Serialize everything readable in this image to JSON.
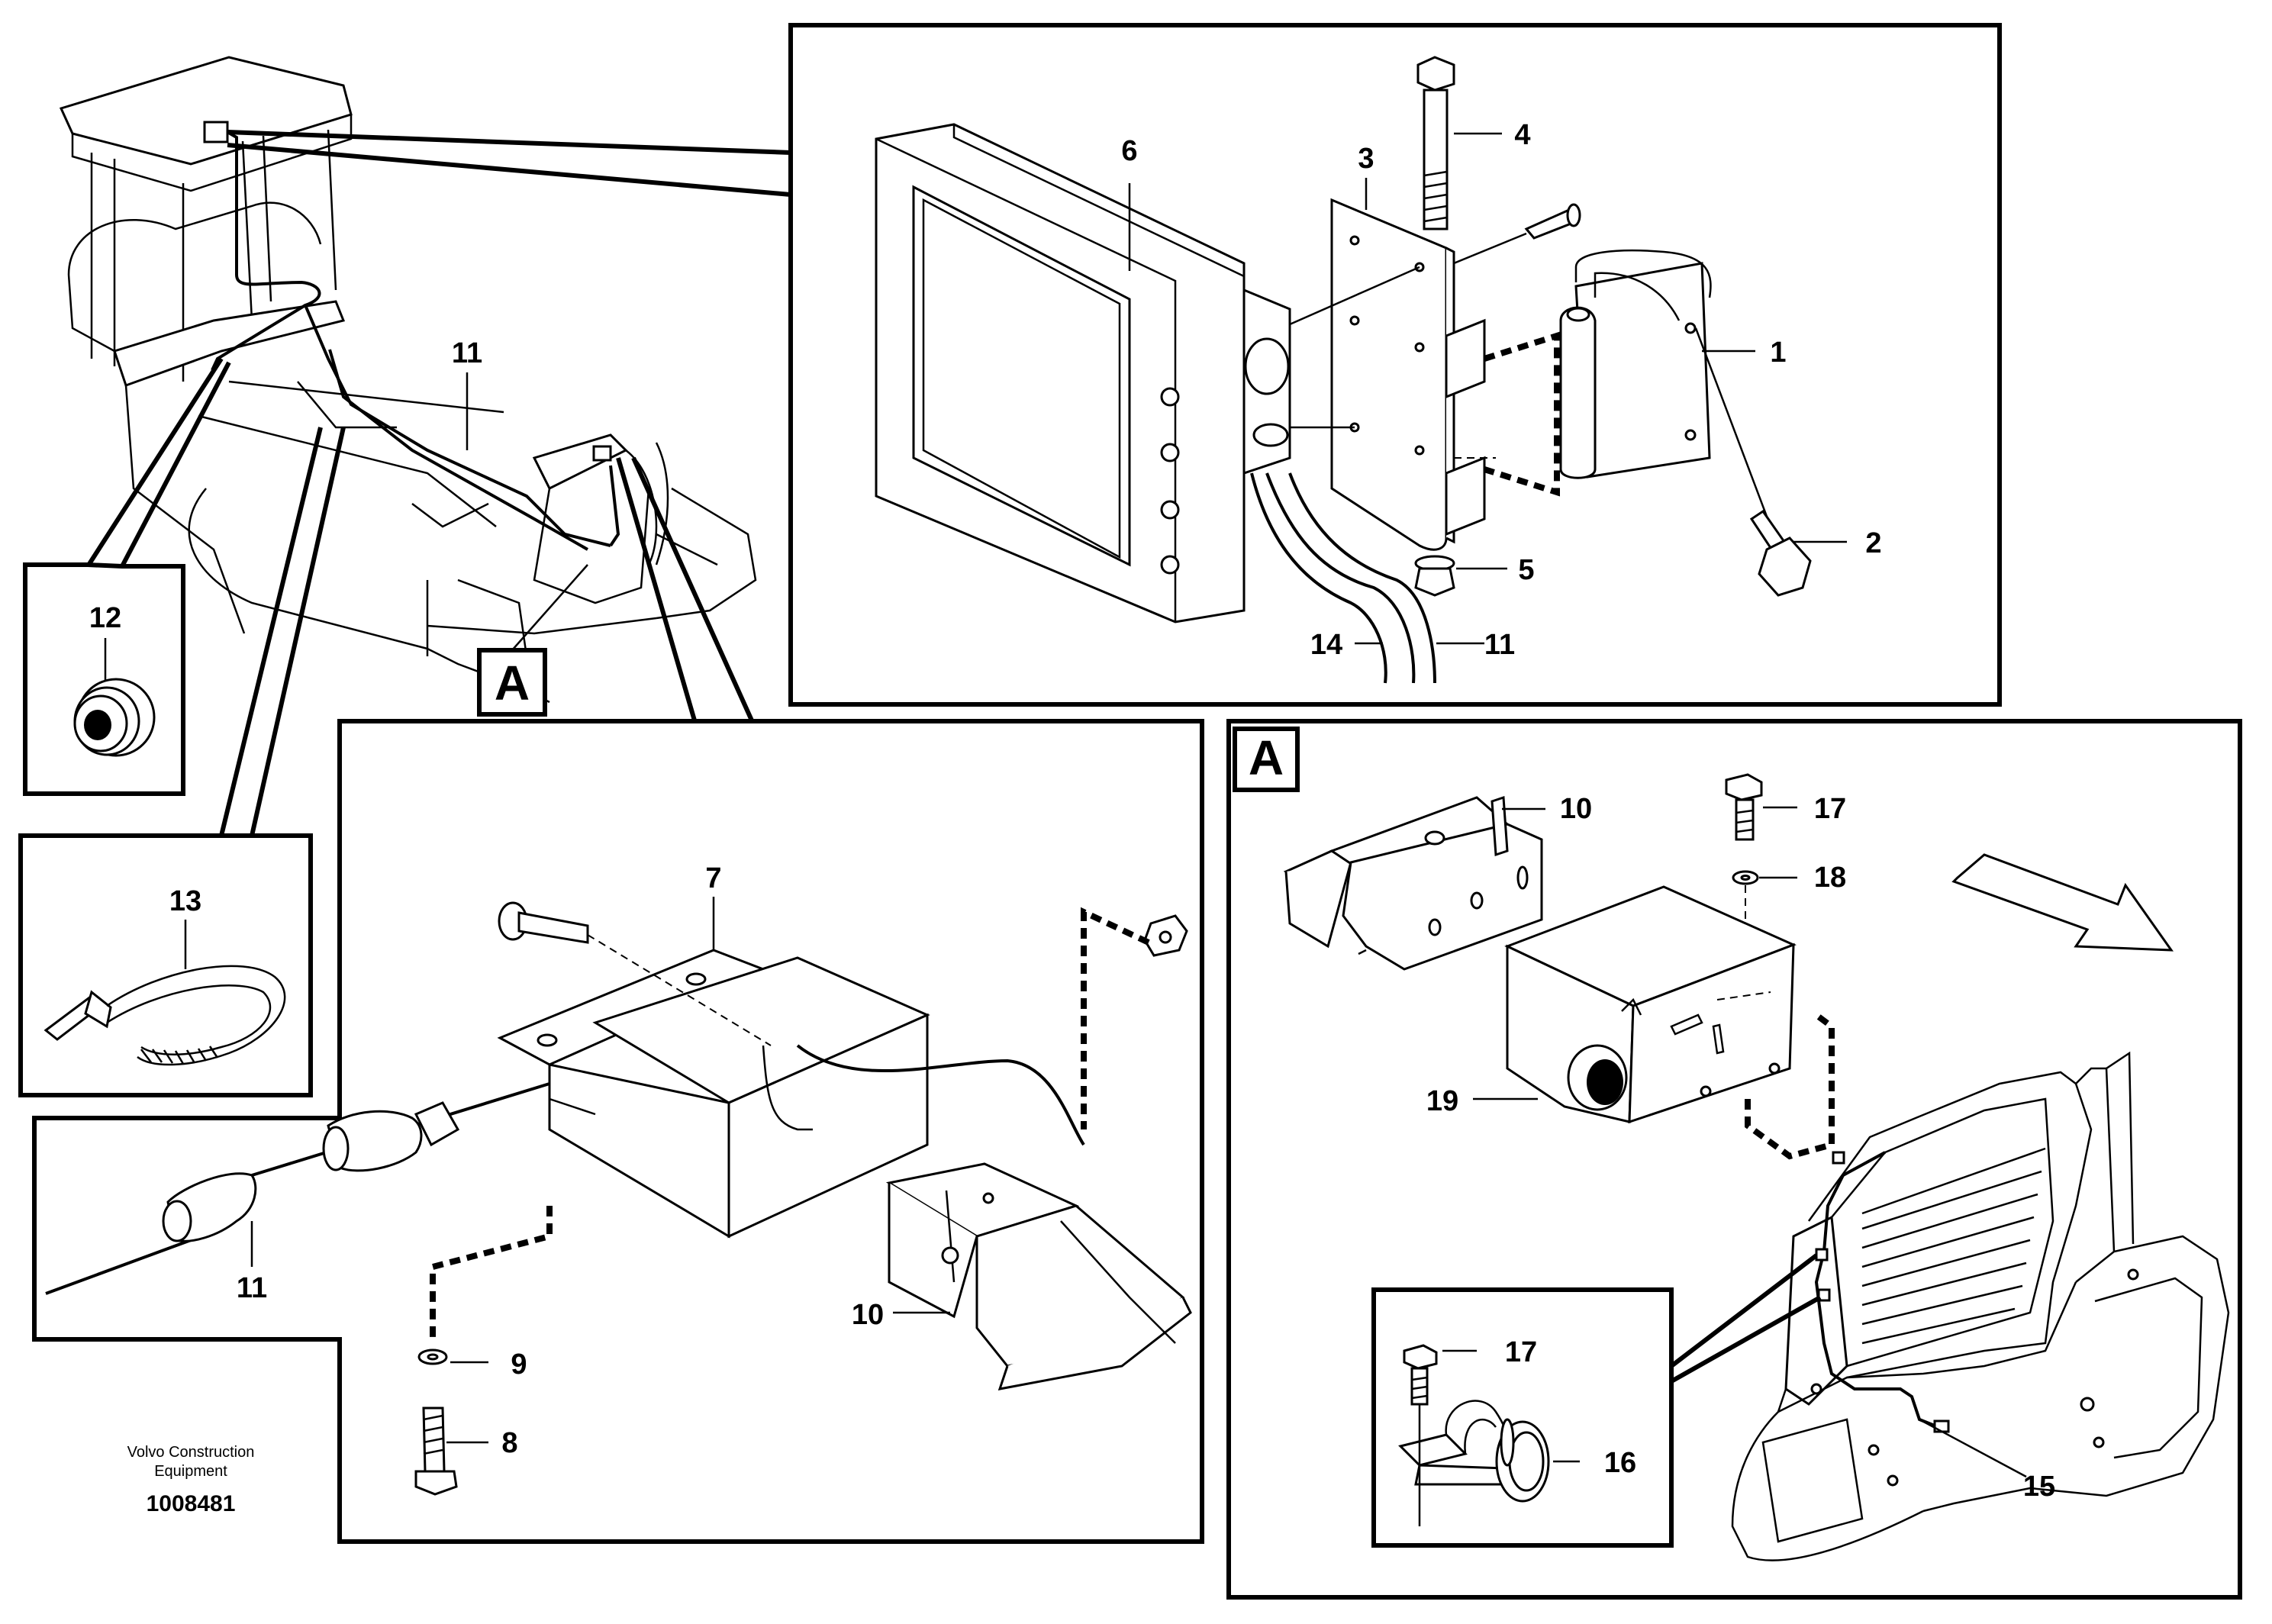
{
  "source": {
    "line1": "Volvo Construction",
    "line2": "Equipment",
    "document_number": "1008481"
  },
  "section_labels": {
    "overview_callout": "A",
    "detail_a": "A"
  },
  "display_unit_detail": {
    "labels": {
      "bracket_plate": "1",
      "screw_2": "2",
      "monitor_bracket": "3",
      "bolt_4": "4",
      "nut_5": "5",
      "monitor": "6",
      "cable_11": "11",
      "cable_14": "14"
    }
  },
  "overview": {
    "labels": {
      "cable_11": "11"
    }
  },
  "grommet_inset": {
    "label": "12"
  },
  "cable_tie_inset": {
    "label": "13"
  },
  "camera_bracket_detail": {
    "labels": {
      "cover_plate": "7",
      "bolt_8": "8",
      "washer_9": "9",
      "camera": "10",
      "cable_11": "11"
    }
  },
  "rear_camera_detail": {
    "labels": {
      "camera": "10",
      "screw_17": "17",
      "washer_18": "18",
      "housing": "19",
      "cable_15": "15"
    },
    "clamp_inset": {
      "labels": {
        "screw_17": "17",
        "clamp_16": "16"
      }
    }
  }
}
